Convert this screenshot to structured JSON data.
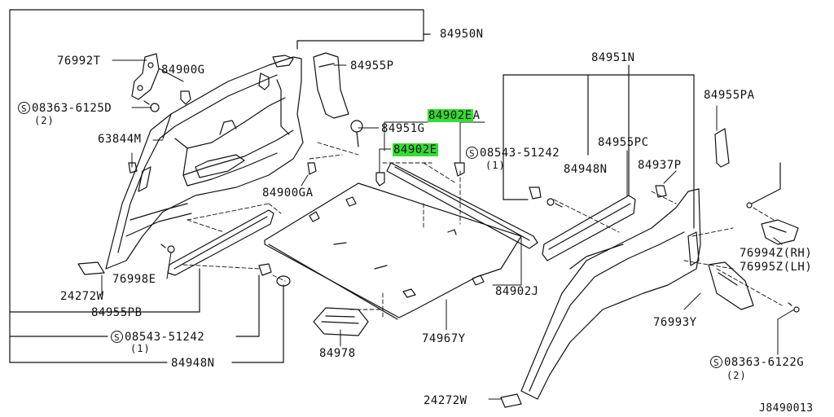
{
  "parts": {
    "p84950N": "84950N",
    "p76992T": "76992T",
    "p84900G": "84900G",
    "p84955P": "84955P",
    "p08363_6125D": "08363-6125D",
    "p08363_6125D_qty": "(2)",
    "p84902EA_num": "84902E",
    "p84902EA_suffix": "A",
    "p63844M": "63844M",
    "p84951G": "84951G",
    "p84902E": "84902E",
    "p84951N": "84951N",
    "p84955PA": "84955PA",
    "p84955PC": "84955PC",
    "p08543_51242_top": "08543-51242",
    "p08543_51242_top_qty": "(1)",
    "p84948N_right": "84948N",
    "p84937P": "84937P",
    "p84900GA": "84900GA",
    "p76994Z": "76994Z(RH)",
    "p76995Z": "76995Z(LH)",
    "p76998E": "76998E",
    "p24272W_left": "24272W",
    "p84902J": "84902J",
    "p84955PB": "84955PB",
    "p76993Y": "76993Y",
    "p08543_51242_bottom": "08543-51242",
    "p08543_51242_bottom_qty": "(1)",
    "p74967Y": "74967Y",
    "p84978": "84978",
    "p84948N_bottom": "84948N",
    "p08363_6122G": "08363-6122G",
    "p08363_6122G_qty": "(2)",
    "p24272W_bottom": "24272W"
  },
  "screw_symbol": "S",
  "diagram_code": "J8490013",
  "highlight_color": "#33dd33"
}
